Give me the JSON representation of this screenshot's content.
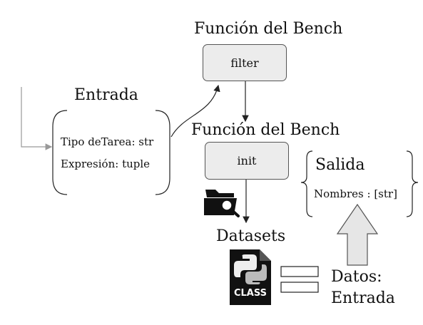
{
  "bench_function_title_top": "Función del Bench",
  "bench_function_title_mid": "Función del Bench",
  "filter_label": "filter",
  "init_label": "init",
  "input": {
    "title": "Entrada",
    "fields": [
      "Tipo deTarea: str",
      "Expresión: tuple"
    ]
  },
  "output": {
    "title": "Salida",
    "fields": [
      "Nombres : [str]"
    ]
  },
  "datasets_label": "Datasets",
  "class_icon_label": "CLASS",
  "datos_label_line1": "Datos:",
  "datos_label_line2": "Entrada",
  "icons": [
    "folder-search-icon",
    "python-class-file-icon",
    "equals-icon",
    "up-arrow-icon"
  ],
  "colors": {
    "box_fill": "#ececec",
    "arrow_fill": "#e6e6e6",
    "line": "#222222",
    "gray_line": "#999999"
  }
}
